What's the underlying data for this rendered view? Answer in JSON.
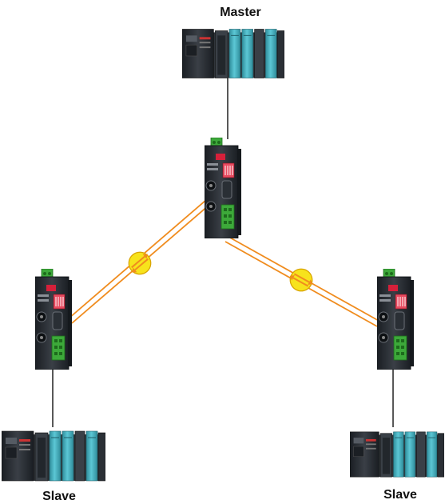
{
  "labels": {
    "master": "Master",
    "slave_left": "Slave",
    "slave_right": "Slave"
  },
  "colors": {
    "fiber": "#f08c1e",
    "fiber_marker_fill": "#f7e31c",
    "fiber_marker_stroke": "#d9a400",
    "wire": "#111111",
    "plc_body": "#2b2f35",
    "plc_module": "#46b6c6",
    "converter_body": "#20252b",
    "converter_screw_block": "#3da93a",
    "dip_switch": "#d6203a"
  },
  "icons": {
    "plc": "plc-rack-icon",
    "converter": "fiber-converter-icon",
    "fiber_marker": "bidirectional-arrow-icon"
  }
}
